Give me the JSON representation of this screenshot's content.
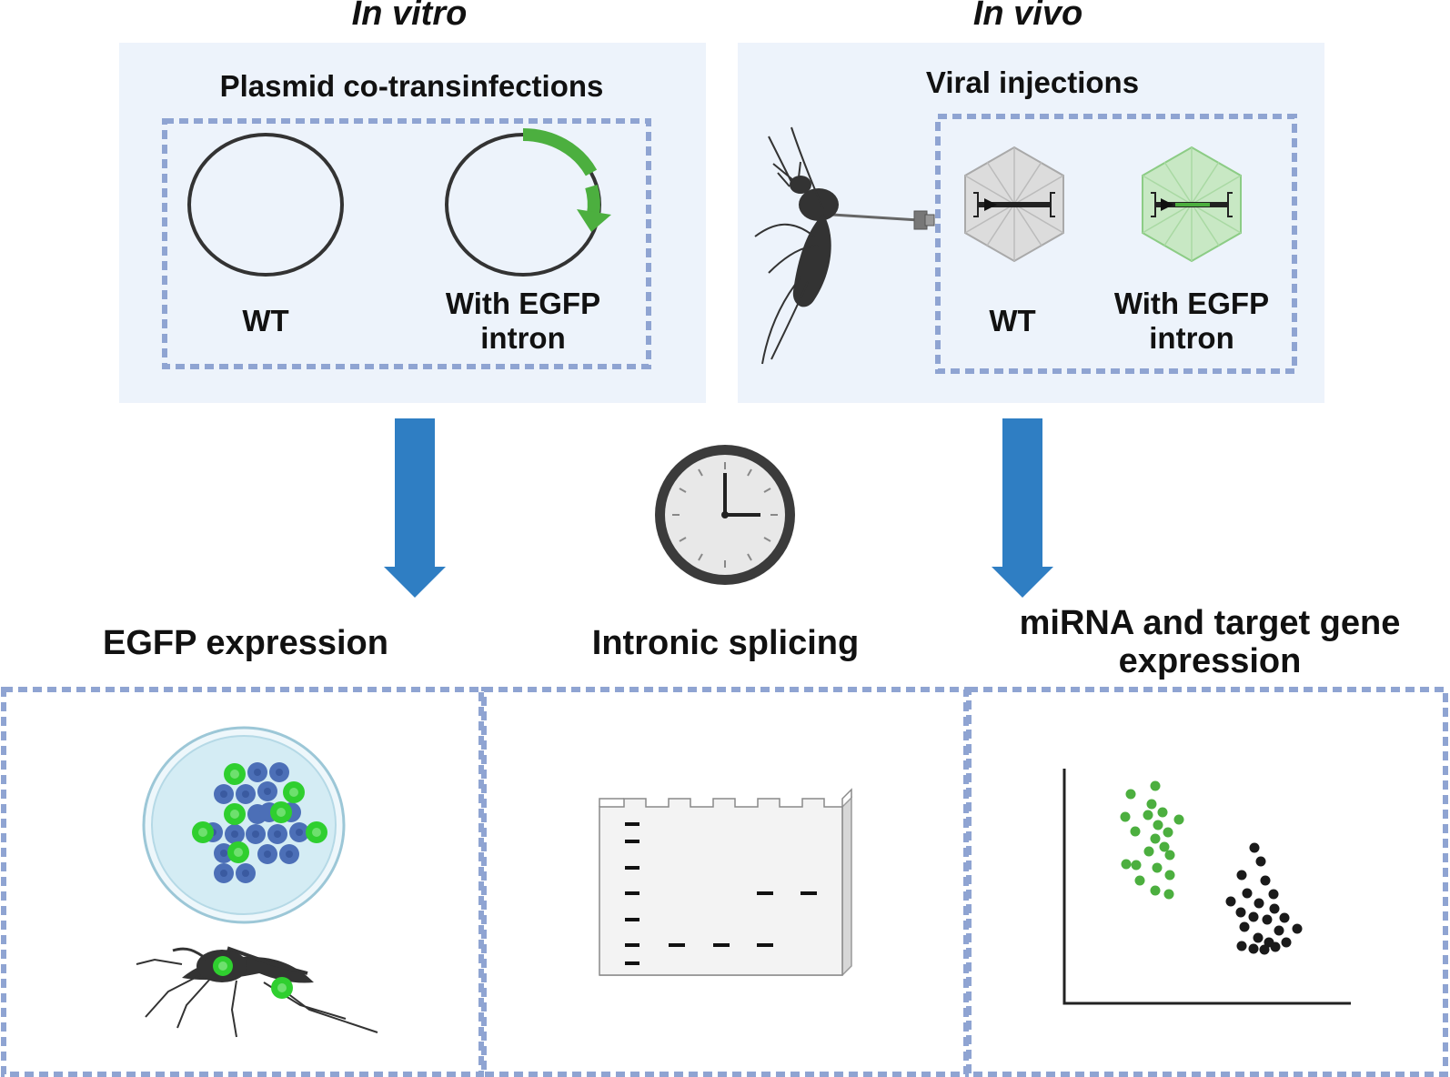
{
  "headers": {
    "left": "In vitro",
    "right": "In vivo"
  },
  "left_panel": {
    "title": "Plasmid co-transinfections",
    "wt_label": "WT",
    "egfp_label_line1": "With EGFP",
    "egfp_label_line2": "intron"
  },
  "right_panel": {
    "title": "Viral injections",
    "wt_label": "WT",
    "egfp_label_line1": "With EGFP",
    "egfp_label_line2": "intron"
  },
  "bottom": {
    "egfp_expression": "EGFP expression",
    "intronic_splicing": "Intronic splicing",
    "mirna_line1": "miRNA and target gene",
    "mirna_line2": "expression"
  },
  "colors": {
    "panel_bg": "#edf3fb",
    "dashed_border": "#8fa4d2",
    "arrow_blue": "#2f7ec3",
    "green": "#4caf3f",
    "bright_green": "#2fcf2f",
    "cell_blue": "#4c6fb7",
    "silhouette": "#333333"
  },
  "icons": [
    "plasmid-icon",
    "virus-capsid-icon",
    "mosquito-icon",
    "clock-icon",
    "petri-dish-icon",
    "gel-icon",
    "scatter-plot-icon"
  ]
}
